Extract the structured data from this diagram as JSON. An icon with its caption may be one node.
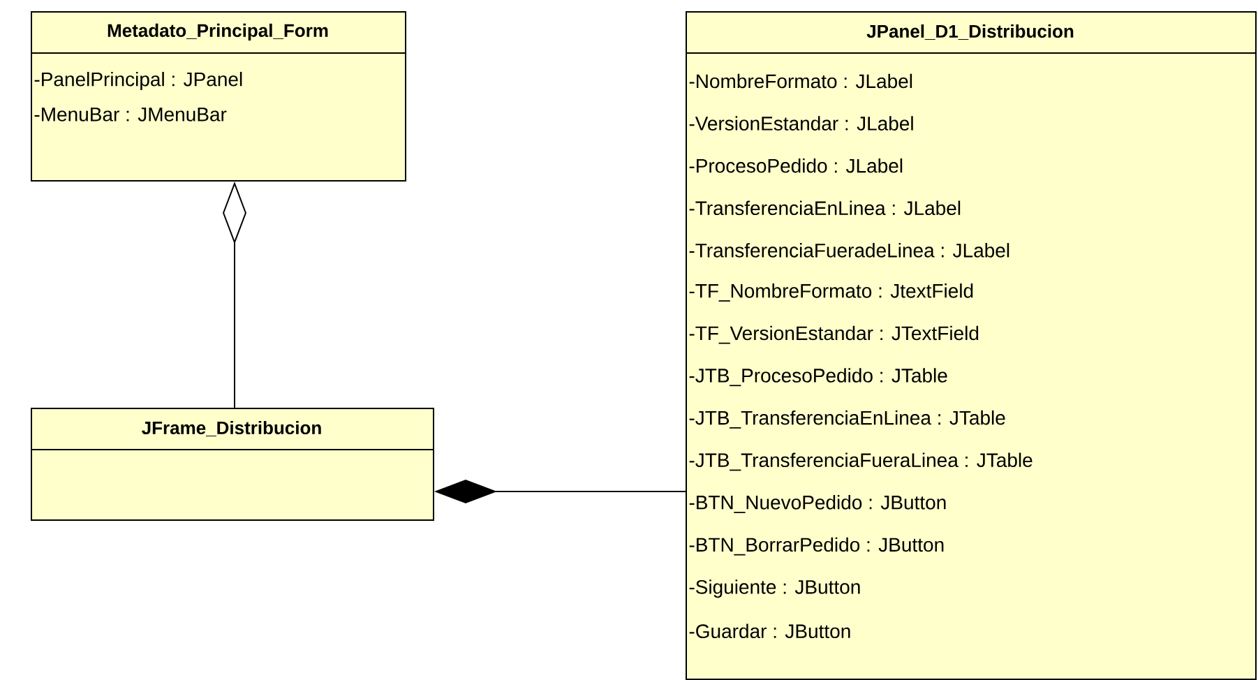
{
  "diagram": {
    "nodes": [
      {
        "text": [
          "Metadato_Principal_Form",
          "-PanelPrincipal : JPanel",
          "-MenuBar : JMenuBar"
        ]
      },
      {
        "text": [
          "JFrame_Distribucion"
        ]
      },
      {
        "text": [
          "JPanel_D1_Distribucion",
          "-NombreFormato : JLabel",
          "-VersionEstandar : JLabel",
          "-ProcesoPedido : JLabel",
          "-TransferenciaEnLinea : JLabel",
          "-TransferenciaFueradeLinea : JLabel",
          "-TF_NombreFormato : JtextField",
          "-TF_VersionEstandar : JTextField",
          "-JTB_ProcesoPedido : JTable",
          "-JTB_TransferenciaEnLinea : JTable",
          "-JTB_TransferenciaFueraLinea : JTable",
          "-BTN_NuevoPedido : JButton",
          "-BTN_BorrarPedido : JButton",
          "-Siguiente : JButton",
          "-Guardar : JButton"
        ]
      }
    ],
    "edges": [
      {
        "from": 1,
        "to": 0,
        "arrow": "other"
      },
      {
        "from": 2,
        "to": 1,
        "arrow": "other"
      }
    ]
  }
}
